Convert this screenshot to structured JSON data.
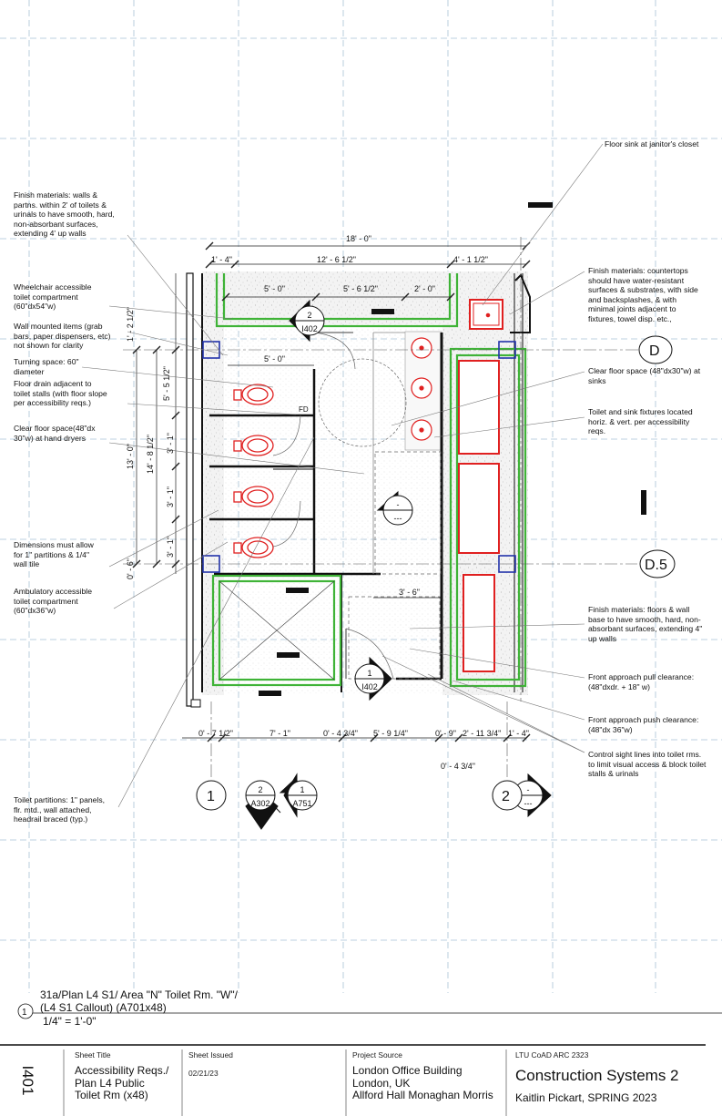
{
  "drawing": {
    "dims": {
      "overall": "18' - 0\"",
      "seg_a": "1' - 4\"",
      "seg_b": "12' - 6 1/2\"",
      "seg_c": "4' - 1 1/2\"",
      "inner_a": "5' - 0\"",
      "inner_b": "5' - 6 1/2\"",
      "inner_c": "2' - 0\"",
      "turn": "5' - 0\"",
      "v1": "1' - 2 1/2\"",
      "v2": "5' - 5 1/2\"",
      "v3": "13' - 0\"",
      "v4": "14' - 8 1/2\"",
      "v5": "3' - 1\"",
      "v6": "3' - 1\"",
      "v7": "3' - 1\"",
      "v8": "0' - 6\"",
      "door": "3' - 6\"",
      "b1": "0' - 7 1/2\"",
      "b2": "7' - 1\"",
      "b3": "0' - 4 3/4\"",
      "b4": "5' - 9 1/4\"",
      "b5": "0' - 9\"",
      "b6": "2' - 11 3/4\"",
      "b7": "1' - 4\"",
      "b8": "0' - 4 3/4\""
    },
    "floor_drain": "FD",
    "grid": {
      "row_d": "D",
      "row_d5": "D.5",
      "col_1": "1",
      "col_2": "2"
    },
    "sections": {
      "top_num": "2",
      "top_sheet": "I402",
      "mid_num": "-",
      "mid_sheet": "---",
      "bot_num": "1",
      "bot_sheet": "I402",
      "el1_num": "2",
      "el1_sheet": "A302",
      "el2_num": "1",
      "el2_sheet": "A751",
      "col2_num": "-",
      "col2_sheet": "---"
    },
    "colors": {
      "finish": "#3fb337",
      "fixture": "#e02020",
      "grid_line": "#9fb8cc",
      "blue": "#2233aa"
    }
  },
  "annotations": {
    "left": [
      "Finish materials: walls &\npartns. within 2' of toilets &\nurinals to have smooth, hard,\nnon-absorbant surfaces,\nextending 4' up walls",
      "Wheelchair accessible\ntoilet compartment\n(60\"dx54\"w)",
      "Wall mounted items (grab\nbars, paper dispensers, etc)\nnot shown for clarity",
      "Turning space: 60\"\ndiameter",
      "Floor drain adjacent to\ntoilet stalls (with floor slope\nper accessibility reqs.)",
      "Clear floor space(48\"dx\n30\"w) at hand dryers",
      "Dimensions must allow\nfor 1\" partitions & 1/4\"\nwall tile",
      "Ambulatory accessible\ntoilet compartment\n(60\"dx36\"w)",
      "Toilet partitions: 1\" panels,\nflr. mtd., wall attached,\nheadrail braced (typ.)"
    ],
    "right": [
      "Floor sink at janitor's closet",
      "Finish materials: countertops\nshould have water-resistant\nsurfaces & substrates, with side\nand backsplashes, & with\nminimal joints adjacent to\nfixtures, towel disp. etc.,",
      "Clear floor space (48\"dx30\"w) at\nsinks",
      "Toilet and sink fixtures located\nhoriz. & vert. per accessibility\nreqs.",
      "Finish materials: floors & wall\nbase to have smooth, hard, non-\nabsorbant surfaces, extending 4\"\nup walls",
      "Front approach pull clearance:\n(48\"dxdr. + 18\" w)",
      "Front approach push clearance:\n(48\"dx 36\"w)",
      "Control sight lines into toilet rms.\nto limit visual access & block toilet\nstalls & urinals"
    ]
  },
  "view_title": {
    "number": "1",
    "line1": "31a/Plan L4 S1/ Area \"N\" Toilet Rm. \"W\"/",
    "line2": "(L4 S1 Callout) (A701x48)",
    "scale": "1/4\" = 1'-0\""
  },
  "title_block": {
    "sheet_number": "I401",
    "sheet_title_label": "Sheet Title",
    "sheet_title": "Accessibility Reqs./\nPlan L4 Public\nToilet Rm (x48)",
    "issued_label": "Sheet Issued",
    "issued": "02/21/23",
    "source_label": "Project Source",
    "source": "London Office Building\nLondon, UK\nAllford Hall Monaghan Morris",
    "course": "LTU CoAD ARC 2323",
    "class_title": "Construction Systems 2",
    "author": "Kaitlin Pickart, SPRING 2023"
  }
}
